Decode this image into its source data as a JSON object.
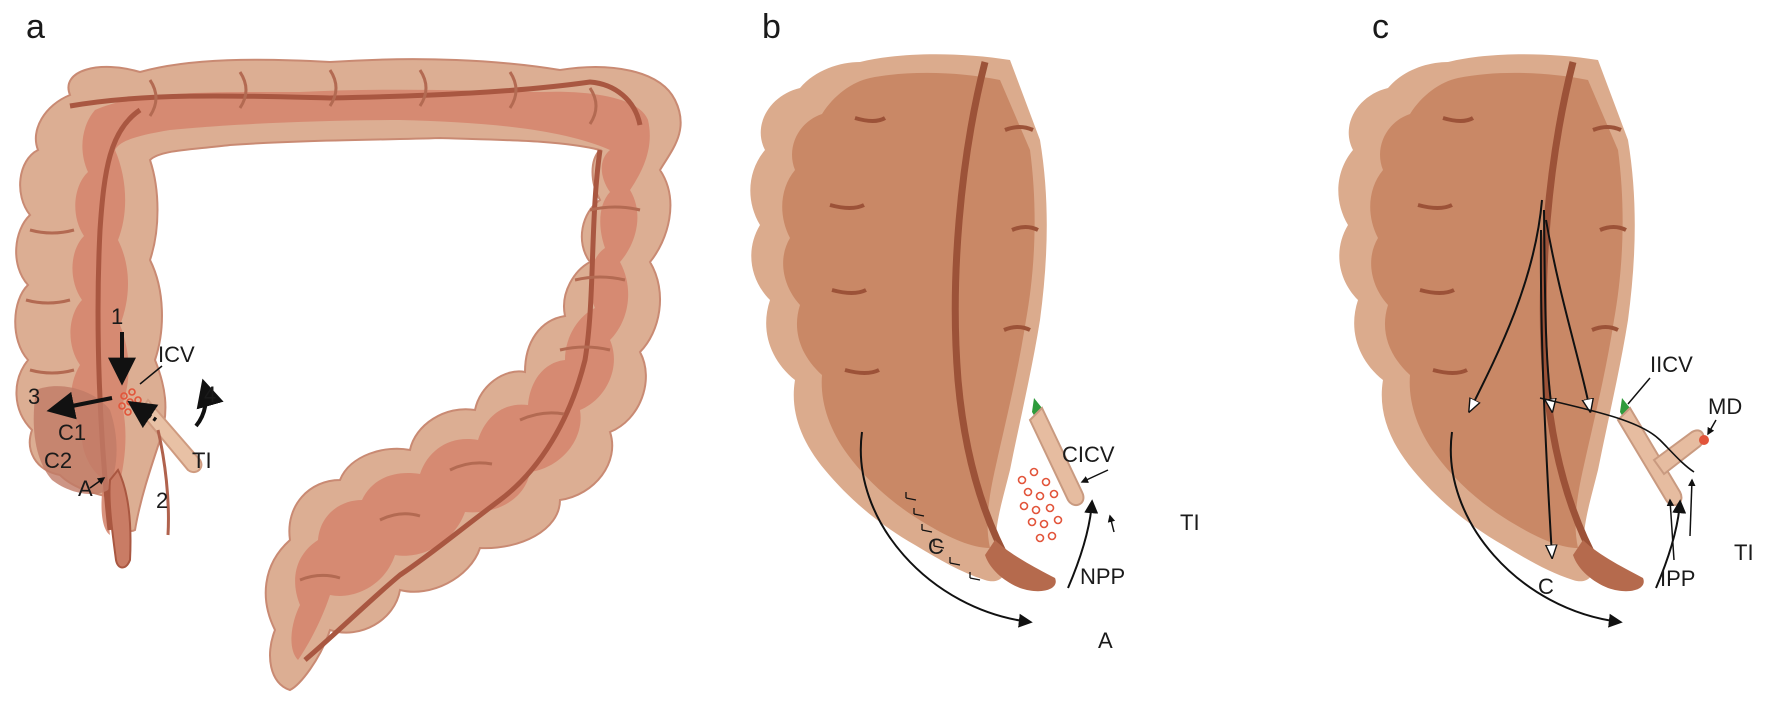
{
  "panels": {
    "a": {
      "letter": "a",
      "labels": {
        "n1": "1",
        "n2": "2",
        "n3": "3",
        "n4": "4",
        "icv": "ICV",
        "ti": "TI",
        "c1": "C1",
        "c2": "C2",
        "a": "A"
      }
    },
    "b": {
      "letter": "b",
      "labels": {
        "cicv": "CICV",
        "ti": "TI",
        "c": "C",
        "npp": "NPP",
        "a": "A"
      }
    },
    "c": {
      "letter": "c",
      "labels": {
        "iicv": "IICV",
        "md": "MD",
        "ipp": "IPP",
        "ti": "TI",
        "c": "C"
      }
    }
  },
  "colors": {
    "colon_outer": "#d9a68c",
    "colon_inner": "#d48770",
    "colon_band": "#b5634f",
    "cecum_body": "#c98866",
    "cecum_rim": "#dbab8d",
    "cecum_band": "#9c5238",
    "ileum": "#e6bca0",
    "valve_green": "#2e9b3c",
    "dot_red": "#e2543a",
    "ink": "#111111"
  }
}
